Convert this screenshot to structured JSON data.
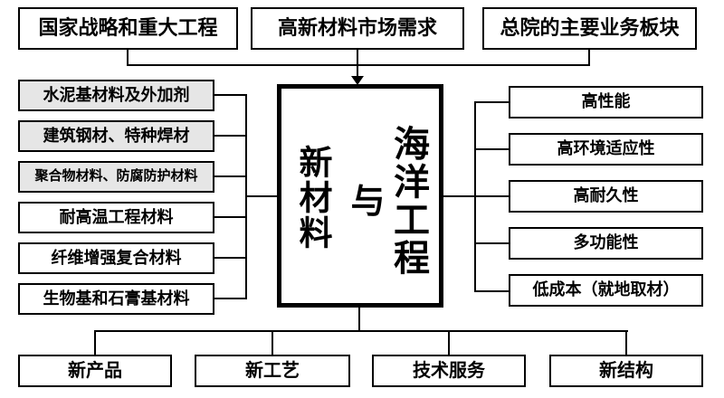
{
  "colors": {
    "line": "#000000",
    "gray": "#e6e6e6",
    "text": "#000000",
    "bg": "#ffffff"
  },
  "top_row": {
    "items": [
      {
        "label": "国家战略和重大工程"
      },
      {
        "label": "高新材料市场需求"
      },
      {
        "label": "总院的主要业务板块"
      }
    ]
  },
  "center": {
    "main_text": "海洋工程",
    "and_text": "与",
    "sub_text": "新材料"
  },
  "left_column": {
    "items": [
      {
        "label": "水泥基材料及外加剂",
        "highlighted": true
      },
      {
        "label": "建筑钢材、特种焊材",
        "highlighted": true
      },
      {
        "label": "聚合物材料、防腐防护材料",
        "highlighted": true
      },
      {
        "label": "耐高温工程材料",
        "highlighted": false
      },
      {
        "label": "纤维增强复合材料",
        "highlighted": false
      },
      {
        "label": "生物基和石膏基材料",
        "highlighted": false
      }
    ]
  },
  "right_column": {
    "items": [
      {
        "label": "高性能"
      },
      {
        "label": "高环境适应性"
      },
      {
        "label": "高耐久性"
      },
      {
        "label": "多功能性"
      },
      {
        "label": "低成本（就地取材）"
      }
    ]
  },
  "bottom_row": {
    "items": [
      {
        "label": "新产品"
      },
      {
        "label": "新工艺"
      },
      {
        "label": "技术服务"
      },
      {
        "label": "新结构"
      }
    ]
  }
}
